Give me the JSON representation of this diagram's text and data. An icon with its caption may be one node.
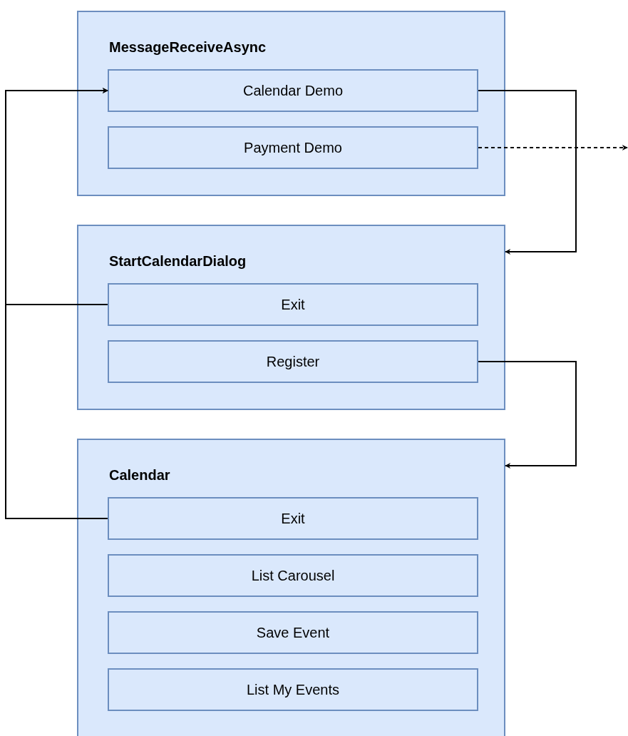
{
  "diagram": {
    "nodes": [
      {
        "text": [
          "MessageReceiveAsync"
        ]
      },
      {
        "text": [
          "Calendar Demo"
        ],
        "in": 0
      },
      {
        "text": [
          "Payment Demo"
        ],
        "in": 0
      },
      {
        "text": [
          "StartCalendarDialog"
        ]
      },
      {
        "text": [
          "Exit"
        ],
        "in": 3
      },
      {
        "text": [
          "Register"
        ],
        "in": 3
      },
      {
        "text": [
          "Calendar"
        ]
      },
      {
        "text": [
          "Exit"
        ],
        "in": 6
      },
      {
        "text": [
          "List Carousel"
        ],
        "in": 6
      },
      {
        "text": [
          "Save Event"
        ],
        "in": 6
      },
      {
        "text": [
          "List My Events"
        ],
        "in": 6
      }
    ],
    "edges": [
      {
        "from": 1,
        "to": 3,
        "arrow": "to"
      },
      {
        "from": 2,
        "to": null,
        "arrow": "to",
        "style": "dashed"
      },
      {
        "from": 4,
        "to": 1,
        "arrow": "to"
      },
      {
        "from": 5,
        "to": 6,
        "arrow": "to"
      },
      {
        "from": 7,
        "to": 1,
        "arrow": "to"
      }
    ]
  }
}
